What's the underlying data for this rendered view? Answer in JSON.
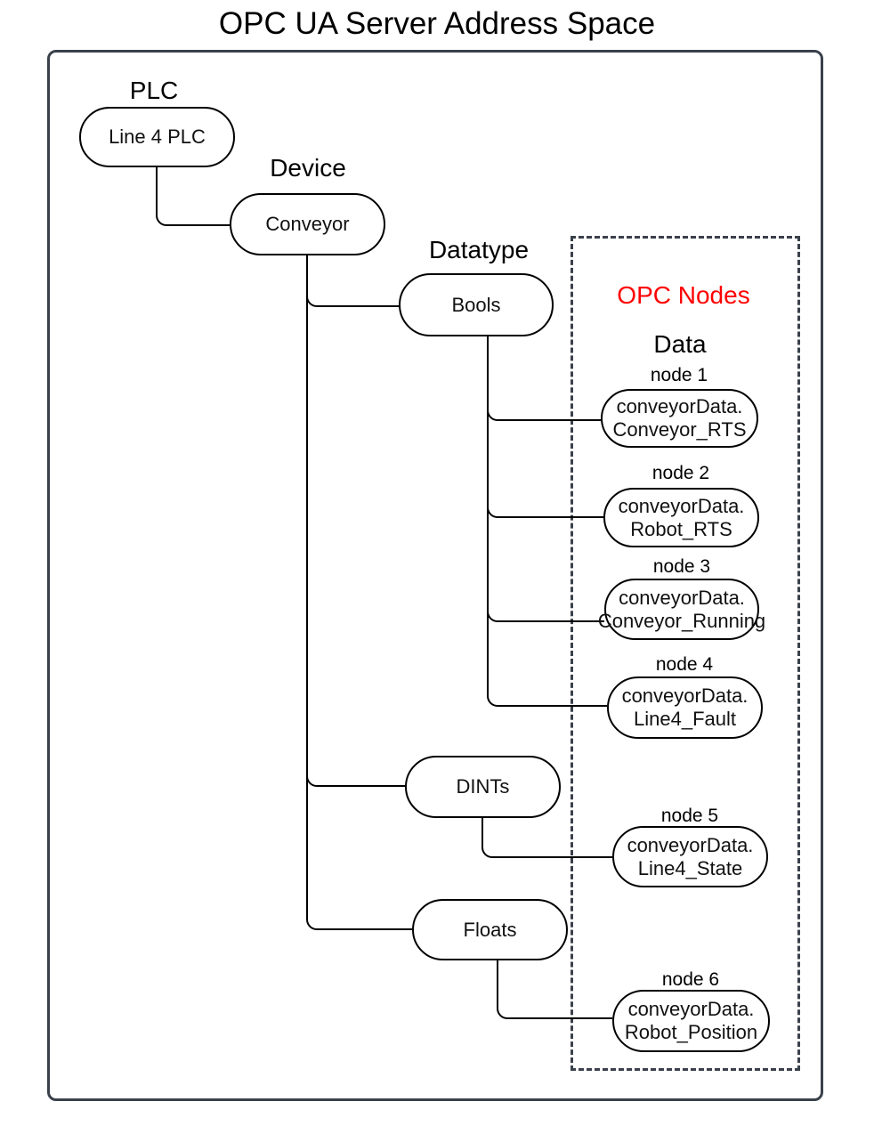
{
  "title": "OPC UA Server Address Space",
  "colors": {
    "accent": "#ff0000",
    "frame": "#3a414b",
    "stroke": "#000000"
  },
  "groups": {
    "plc_label": "PLC",
    "device_label": "Device",
    "datatype_label": "Datatype",
    "opc_nodes_label": "OPC Nodes",
    "data_label": "Data"
  },
  "tree": {
    "plc": "Line 4 PLC",
    "device": "Conveyor",
    "datatypes": [
      "Bools",
      "DINTs",
      "Floats"
    ]
  },
  "opc_nodes": [
    {
      "label": "node 1",
      "tag_line1": "conveyorData.",
      "tag_line2": "Conveyor_RTS"
    },
    {
      "label": "node 2",
      "tag_line1": "conveyorData.",
      "tag_line2": "Robot_RTS"
    },
    {
      "label": "node 3",
      "tag_line1": "conveyorData.",
      "tag_line2": "Conveyor_Running"
    },
    {
      "label": "node 4",
      "tag_line1": "conveyorData.",
      "tag_line2": "Line4_Fault"
    },
    {
      "label": "node 5",
      "tag_line1": "conveyorData.",
      "tag_line2": "Line4_State"
    },
    {
      "label": "node 6",
      "tag_line1": "conveyorData.",
      "tag_line2": "Robot_Position"
    }
  ]
}
